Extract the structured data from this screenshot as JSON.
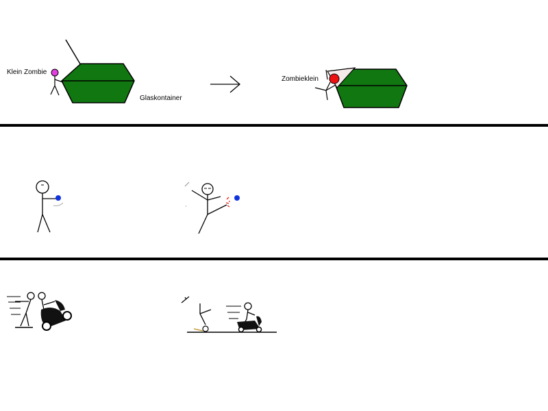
{
  "panel1": {
    "label_small_zombie": "Klein Zombie",
    "label_container": "Glaskontainer",
    "label_result": "Zombieklein"
  },
  "colors": {
    "container_green": "#117711",
    "zombie_head_magenta": "#e040e0",
    "zombie_head_red": "#ee1111",
    "ball_blue": "#1133dd",
    "blood_red": "#dd2222",
    "divider_black": "#000000"
  },
  "icons": [
    "arrow-right-icon",
    "stick-figure-icon",
    "scooter-icon"
  ]
}
